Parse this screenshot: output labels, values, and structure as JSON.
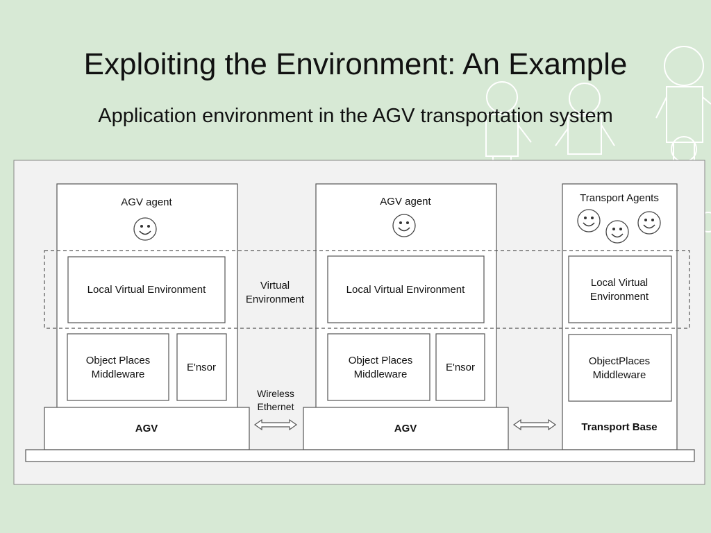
{
  "slide": {
    "title": "Exploiting the Environment: An Example",
    "subtitle": "Application environment in the AGV transportation system"
  },
  "diagram": {
    "nodes": {
      "agv1": {
        "agent_label": "AGV agent",
        "lve_label": "Local Virtual Environment",
        "middleware_label_line1": "Object Places",
        "middleware_label_line2": "Middleware",
        "ensor_label": "E'nsor",
        "base_label": "AGV"
      },
      "agv2": {
        "agent_label": "AGV agent",
        "lve_label": "Local Virtual Environment",
        "middleware_label_line1": "Object Places",
        "middleware_label_line2": "Middleware",
        "ensor_label": "E'nsor",
        "base_label": "AGV"
      },
      "transport": {
        "agent_label": "Transport Agents",
        "lve_label_line1": "Local Virtual",
        "lve_label_line2": "Environment",
        "middleware_label_line1": "ObjectPlaces",
        "middleware_label_line2": "Middleware",
        "base_label": "Transport Base"
      }
    },
    "virtual_env_label_line1": "Virtual",
    "virtual_env_label_line2": "Environment",
    "wireless_label_line1": "Wireless",
    "wireless_label_line2": "Ethernet"
  },
  "colors": {
    "slide_background": "#d7e9d5",
    "diagram_background": "#f2f2f2",
    "box_fill": "#ffffff",
    "stroke": "#555555",
    "decoration": "#ffffff"
  },
  "icons": [
    "smiley-icon",
    "double-arrow-icon",
    "person-outline-decoration"
  ]
}
